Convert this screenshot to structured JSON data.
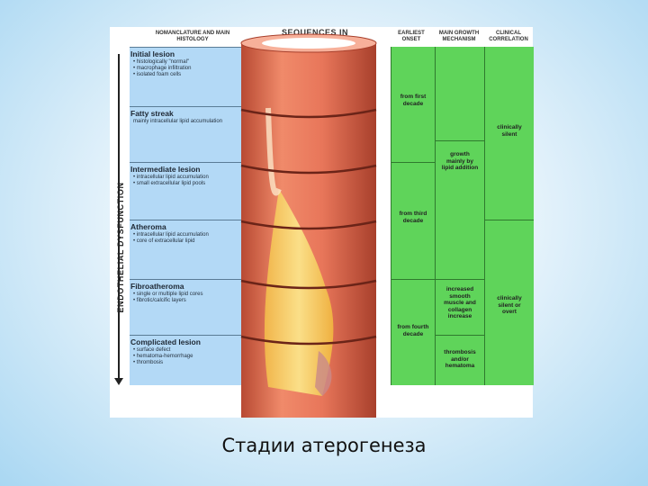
{
  "headers": {
    "nomenclature": "NOMANCLATURE AND MAIN HISTOLOGY",
    "sequences": "SEQUENCES IN PROGRESSION OF ATHEROSCLEROSIS",
    "onset": "EARLIEST ONSET",
    "growth": "MAIN GROWTH MECHANISM",
    "clinical": "CLINICAL CORRELATION"
  },
  "side_label": "ENDOTHELIAL DYSFUNCTION",
  "stages": [
    {
      "title": "Initial lesion",
      "items": [
        "histologically \"normal\"",
        "macrophage infiltration",
        "isolated foam cells"
      ]
    },
    {
      "title": "Fatty streak",
      "items": [
        "mainly intracellular lipid accumulation"
      ]
    },
    {
      "title": "Intermediate lesion",
      "items": [
        "intracellular lipid accumulation",
        "small extracellular lipid pools"
      ]
    },
    {
      "title": "Atheroma",
      "items": [
        "intracellular lipid accumulation",
        "core of extracellular lipid"
      ]
    },
    {
      "title": "Fibroatheroma",
      "items": [
        "single or multiple lipid cores",
        "fibrotic/calcific layers"
      ]
    },
    {
      "title": "Complicated lesion",
      "items": [
        "surface defect",
        "hematoma-hemorrhage",
        "thrombosis"
      ]
    }
  ],
  "onset": [
    "from first decade",
    "from third decade",
    "from fourth decade"
  ],
  "growth": [
    "growth mainly by lipid addition",
    "increased smooth muscle and collagen increase",
    "thrombosis and/or hematoma"
  ],
  "clinical": [
    "clinically silent",
    "clinically silent or overt"
  ],
  "caption": "Стадии атерогенеза",
  "colors": {
    "stage_panel": "#b3d9f6",
    "columns": "#5fd45a",
    "artery_wall": "#e8765a",
    "lipid_core": "#f6d45a"
  }
}
